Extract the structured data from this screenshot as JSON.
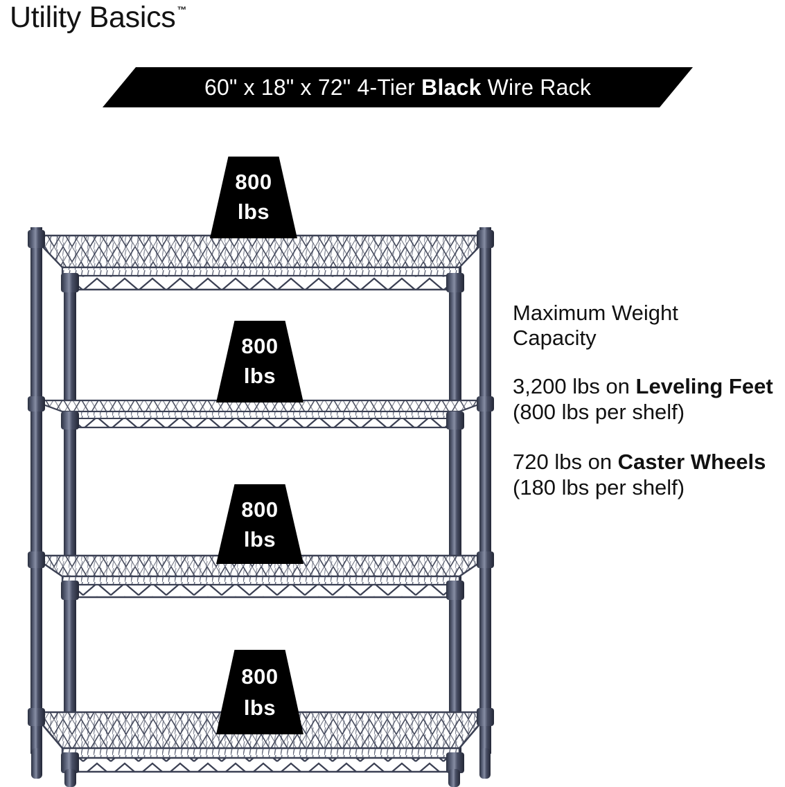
{
  "brand": {
    "name": "Utility Basics",
    "trademark": "™"
  },
  "banner": {
    "prefix": "60\" x 18\" x 72\" 4-Tier ",
    "emphasis": "Black",
    "suffix": " Wire Rack",
    "background_color": "#000000",
    "text_color": "#ffffff"
  },
  "callout": {
    "heading_line1": "Maximum Weight",
    "heading_line2": "Capacity",
    "paragraph1": {
      "lead": "3,200 lbs on ",
      "emphasis": "Leveling Feet",
      "tail": " (800 lbs per shelf)"
    },
    "paragraph2": {
      "lead": "720 lbs on ",
      "emphasis": "Caster Wheels",
      "tail": " (180 lbs per shelf)"
    }
  },
  "product": {
    "shelf_count": 4,
    "frame_color": "#3b4053",
    "badges": [
      {
        "value": "800",
        "unit": "lbs"
      },
      {
        "value": "800",
        "unit": "lbs"
      },
      {
        "value": "800",
        "unit": "lbs"
      },
      {
        "value": "800",
        "unit": "lbs"
      }
    ]
  }
}
